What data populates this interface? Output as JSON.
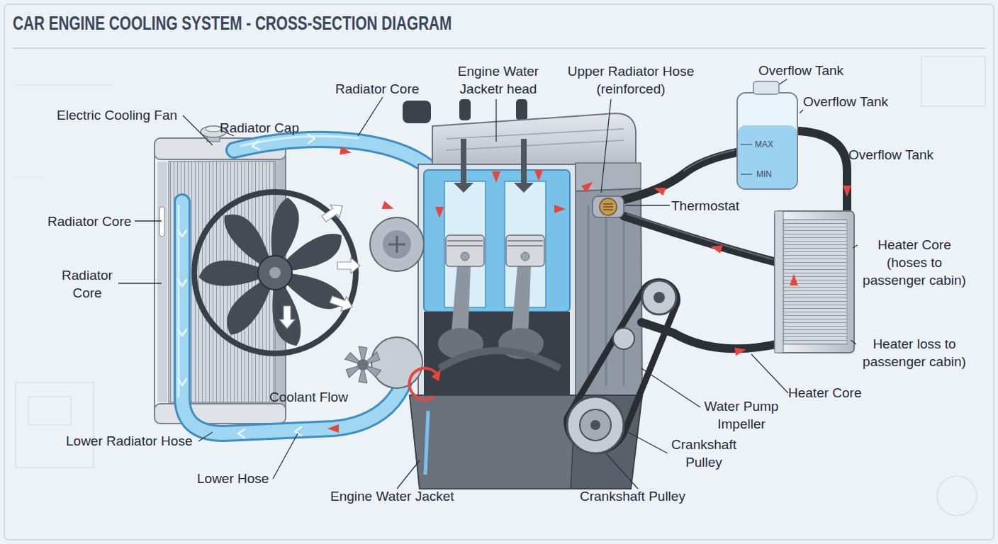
{
  "diagram": {
    "title": "CAR ENGINE COOLING SYSTEM - CROSS-SECTION DIAGRAM",
    "nodes": [
      {
        "text": [
          "MAX",
          "MIN"
        ]
      }
    ],
    "labels": [
      "Radiator Cap",
      "Radiator Core",
      "Engine Water Jacketr head",
      "Upper Radiator Hose (reinforced)",
      "Overflow Tank",
      "Overflow Tank",
      "Overflow Tank",
      "Electric Cooling Fan",
      "Radiator Core",
      "Thermostat",
      "Heater Core (hoses to passenger cabin)",
      "Radiator Core",
      "Heater loss to passenger cabin)",
      "Coolant Flow",
      "Heater Core",
      "Water Pump Impeller",
      "Lower Radiator Hose",
      "Crankshaft Pulley",
      "Lower Hose",
      "Engine Water Jacket",
      "Crankshaft Pulley"
    ]
  }
}
